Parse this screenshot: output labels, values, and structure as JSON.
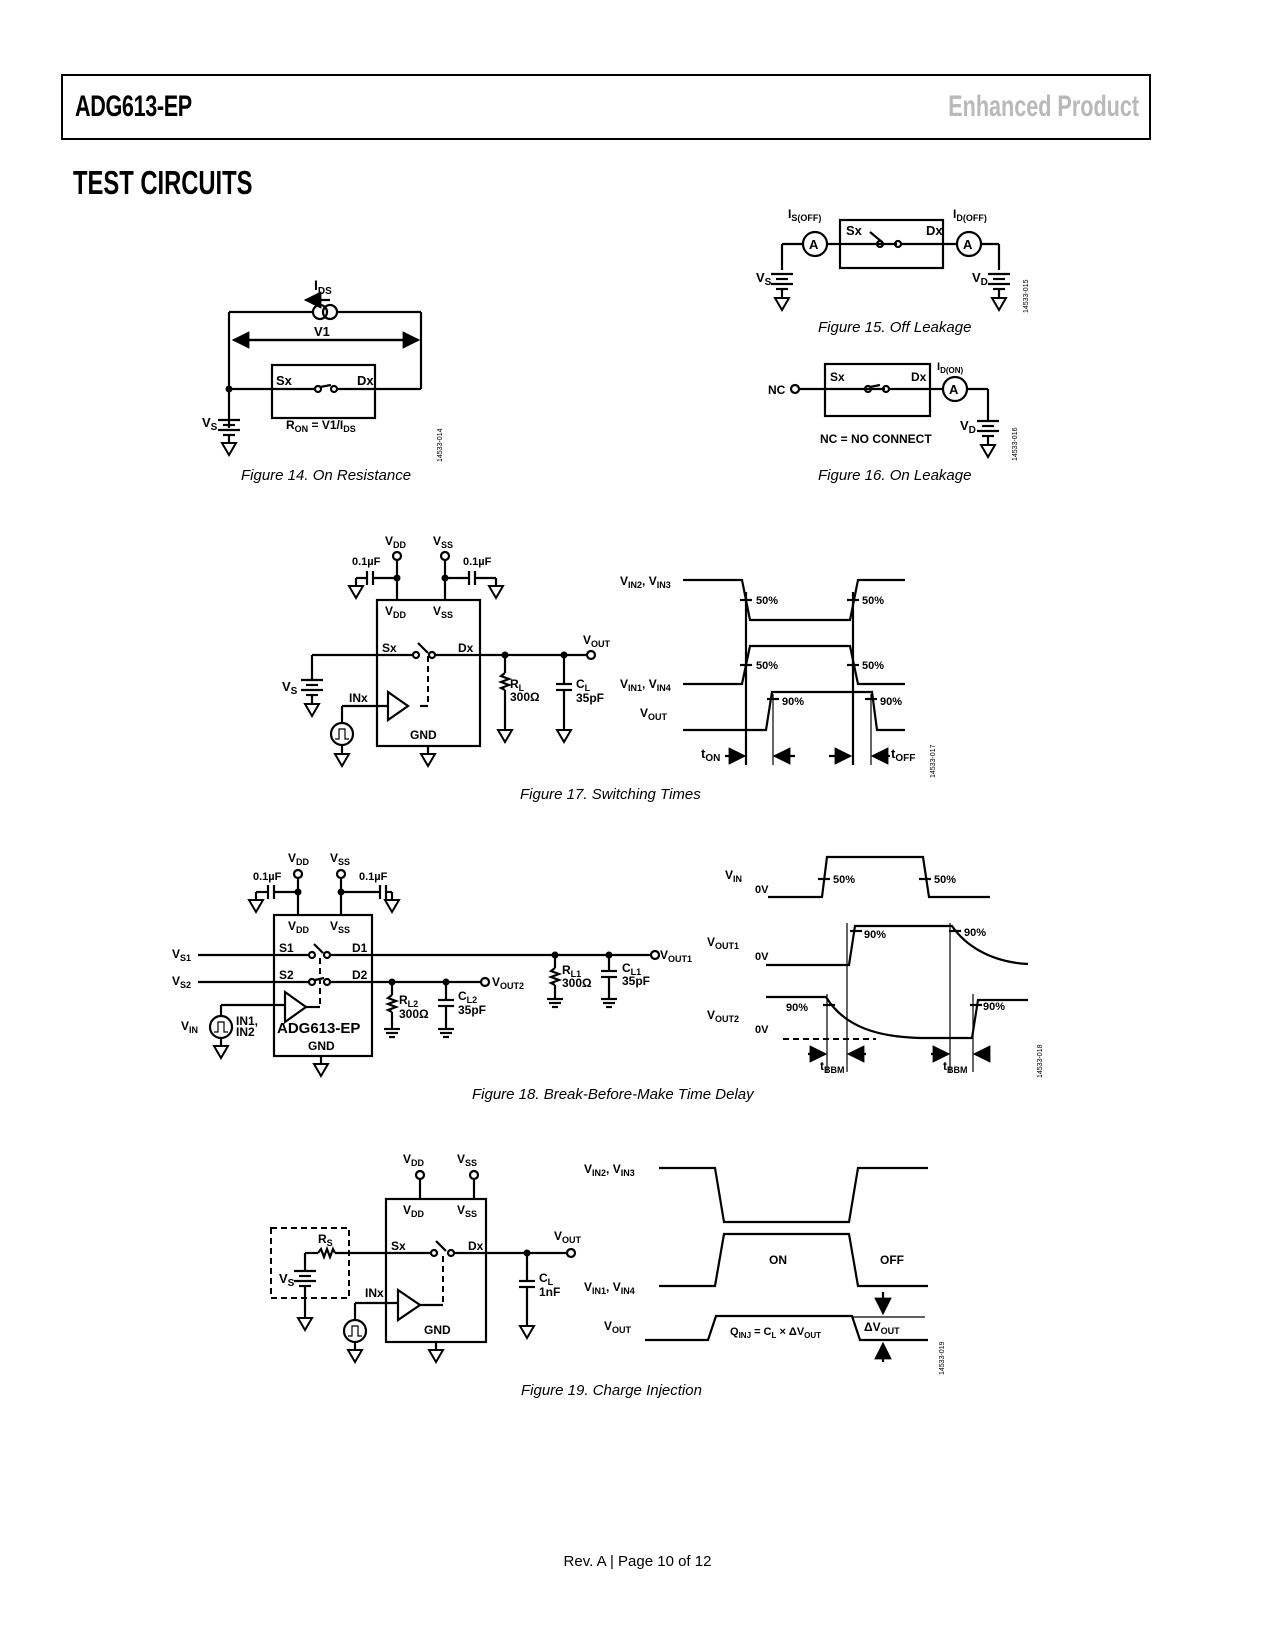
{
  "header": {
    "part_number": "ADG613-EP",
    "product_line": "Enhanced Product"
  },
  "section_title": "TEST CIRCUITS",
  "figures": [
    {
      "number": 14,
      "caption": "Figure 14. On Resistance",
      "id_code": "14533-014",
      "labels": {
        "current": "I",
        "current_sub": "DS",
        "v1": "V1",
        "sx": "Sx",
        "dx": "Dx",
        "vs": "V",
        "vs_sub": "S",
        "formula_pre": "R",
        "formula_sub1": "ON",
        "formula_mid": " = V1/I",
        "formula_sub2": "DS"
      }
    },
    {
      "number": 15,
      "caption": "Figure 15. Off Leakage",
      "id_code": "14533-015",
      "labels": {
        "is_off": "I",
        "is_off_sub": "S(OFF)",
        "id_off": "I",
        "id_off_sub": "D(OFF)",
        "ammeter": "A",
        "sx": "Sx",
        "dx": "Dx",
        "vs": "V",
        "vs_sub": "S",
        "vd": "V",
        "vd_sub": "D"
      }
    },
    {
      "number": 16,
      "caption": "Figure 16. On Leakage",
      "id_code": "14533-016",
      "labels": {
        "nc": "NC",
        "id_on": "I",
        "id_on_sub": "D(ON)",
        "ammeter": "A",
        "sx": "Sx",
        "dx": "Dx",
        "vd": "V",
        "vd_sub": "D",
        "note": "NC = NO CONNECT"
      }
    },
    {
      "number": 17,
      "caption": "Figure 17. Switching Times",
      "id_code": "14533-017",
      "labels": {
        "vdd": "V",
        "vdd_sub": "DD",
        "vss": "V",
        "vss_sub": "SS",
        "cap": "0.1µF",
        "sx": "Sx",
        "dx": "Dx",
        "inx": "INx",
        "gnd": "GND",
        "vs": "V",
        "vs_sub": "S",
        "vout": "V",
        "vout_sub": "OUT",
        "rl": "R",
        "rl_sub": "L",
        "rl_val": "300Ω",
        "cl": "C",
        "cl_sub": "L",
        "cl_val": "35pF",
        "trace1": "V",
        "trace1_sub1": "IN2",
        "trace1_sep": ", V",
        "trace1_sub2": "IN3",
        "trace2": "V",
        "trace2_sub1": "IN1",
        "trace2_sep": ", V",
        "trace2_sub2": "IN4",
        "trace3": "V",
        "trace3_sub": "OUT",
        "pct50": "50%",
        "pct90": "90%",
        "ton": "t",
        "ton_sub": "ON",
        "toff": "t",
        "toff_sub": "OFF"
      }
    },
    {
      "number": 18,
      "caption": "Figure 18. Break-Before-Make Time Delay",
      "id_code": "14533-018",
      "labels": {
        "vdd": "V",
        "vdd_sub": "DD",
        "vss": "V",
        "vss_sub": "SS",
        "cap": "0.1µF",
        "s1": "S1",
        "d1": "D1",
        "s2": "S2",
        "d2": "D2",
        "vs1": "V",
        "vs1_sub": "S1",
        "vs2": "V",
        "vs2_sub": "S2",
        "vin": "V",
        "vin_sub": "IN",
        "in12": "IN1,",
        "in12b": "IN2",
        "chip": "ADG613-EP",
        "gnd": "GND",
        "rl2": "R",
        "rl2_sub": "L2",
        "rl_val": "300Ω",
        "cl2": "C",
        "cl2_sub": "L2",
        "cl_val": "35pF",
        "rl1": "R",
        "rl1_sub": "L1",
        "cl1": "C",
        "cl1_sub": "L1",
        "vout1": "V",
        "vout1_sub": "OUT1",
        "vout2": "V",
        "vout2_sub": "OUT2",
        "zero": "0V",
        "pct50": "50%",
        "pct90": "90%",
        "tbbm": "t",
        "tbbm_sub": "BBM"
      }
    },
    {
      "number": 19,
      "caption": "Figure 19. Charge Injection",
      "id_code": "14533-019",
      "labels": {
        "vdd": "V",
        "vdd_sub": "DD",
        "vss": "V",
        "vss_sub": "SS",
        "rs": "R",
        "rs_sub": "S",
        "vs": "V",
        "vs_sub": "S",
        "sx": "Sx",
        "dx": "Dx",
        "inx": "INx",
        "gnd": "GND",
        "vout": "V",
        "vout_sub": "OUT",
        "cl": "C",
        "cl_sub": "L",
        "cl_val": "1nF",
        "trace1": "V",
        "trace1_sub1": "IN2",
        "trace1_sep": ", V",
        "trace1_sub2": "IN3",
        "trace2": "V",
        "trace2_sub1": "IN1",
        "trace2_sep": ", V",
        "trace2_sub2": "IN4",
        "trace3": "V",
        "trace3_sub": "OUT",
        "on": "ON",
        "off": "OFF",
        "qinj": "Q",
        "qinj_sub1": "INJ",
        "qinj_mid": " = C",
        "qinj_sub2": "L",
        "qinj_mid2": " × ΔV",
        "qinj_sub3": "OUT",
        "dvout": "ΔV",
        "dvout_sub": "OUT"
      }
    }
  ],
  "footer": {
    "text": "Rev. A | Page 10 of 12"
  }
}
